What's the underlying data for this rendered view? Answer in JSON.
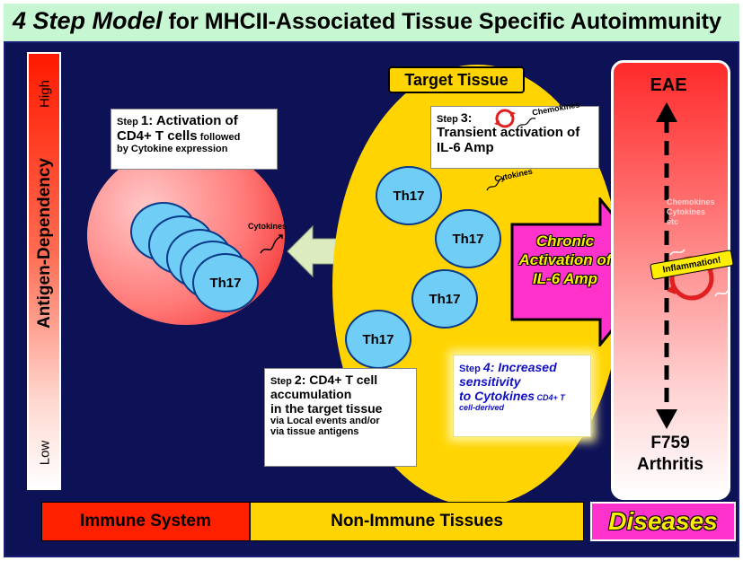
{
  "title": {
    "italic_part": "4 Step Model",
    "rest": " for MHCII-Associated Tissue Specific Autoimmunity"
  },
  "antigen_bar": {
    "high": "High",
    "axis": "Antigen-Dependency",
    "low": "Low"
  },
  "cells": {
    "label": "Th17"
  },
  "step1": {
    "prefix": "Step ",
    "num": "1: Activation of",
    "line2": "CD4+ T cells",
    "line2b": " followed",
    "line3": "by Cytokine expression"
  },
  "cytokines_label": "Cytokines",
  "chemokines_label": "Chemokines",
  "target_tissue": "Target Tissue",
  "step3": {
    "prefix": "Step ",
    "num": "3:",
    "line2": "Transient activation of",
    "line3": "IL-6 Amp"
  },
  "step2": {
    "prefix": "Step ",
    "num": "2: CD4+ T cell",
    "line2": "accumulation",
    "line3": "in the target tissue",
    "line4": "via Local events and/or",
    "line5": "via tissue antigens"
  },
  "step4": {
    "prefix": "Step ",
    "num": "4: Increased",
    "line2": "sensitivity",
    "line3": "to Cytokines",
    "line3b": " CD4+ T",
    "line4": "cell-derived"
  },
  "chronic": {
    "line1": "Chronic",
    "line2": "Activation of",
    "line3": "IL-6 Amp"
  },
  "disease_panel": {
    "top": "EAE",
    "side1": "Chemokines",
    "side2": "Cytokines",
    "side3": "etc",
    "badge": "Inflammation!",
    "bottom1": "F759",
    "bottom2": "Arthritis"
  },
  "bottom": {
    "immune": "Immune System",
    "non_immune": "Non-Immune Tissues",
    "diseases": "Diseases"
  },
  "colors": {
    "background": "#0d1156",
    "title_bg": "#c6f7d2",
    "immune": "#ff2000",
    "tissue": "#ffd400",
    "cell": "#70cdf5",
    "chronic": "#ff33cc",
    "diseases_text": "#ffee00"
  }
}
